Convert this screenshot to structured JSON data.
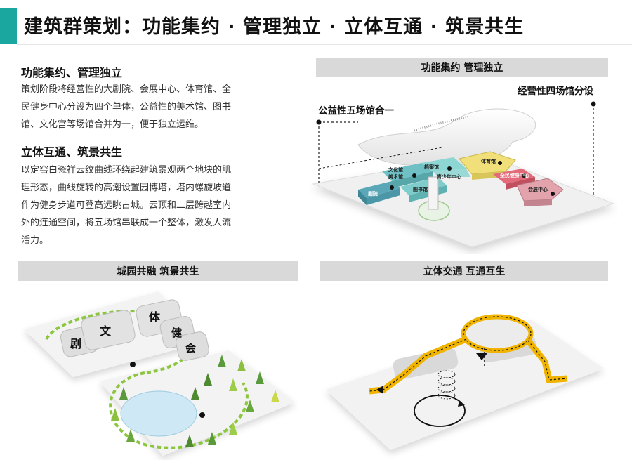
{
  "page": {
    "title": "建筑群策划：功能集约 · 管理独立 · 立体互通 · 筑景共生",
    "accent_color": "#1aa7a0"
  },
  "text": {
    "section1_heading": "功能集约、管理独立",
    "section1_lines": [
      "策划阶段将经营性的大剧院、会展中心、体育馆、全",
      "民健身中心分设为四个单体，公益性的美术馆、图书",
      "馆、文化宫等场馆合并为一，便于独立运维。"
    ],
    "section2_heading": "立体互通、筑景共生",
    "section2_lines": [
      "以定窑白瓷祥云纹曲线环绕起建筑景观两个地块的肌",
      "理形态，曲线旋转的高潮设置园博塔，塔内螺旋坡道",
      "作为健身步道可登高远眺古城。云顶和二层跨越室内",
      "外的连通空间，将五场馆串联成一个整体，激发人流",
      "活力。"
    ]
  },
  "panels": {
    "top_right": {
      "header": "功能集约 管理独立",
      "label_public": "公益性五场馆合一",
      "label_commercial": "经营性四场馆分设",
      "blocks": {
        "wenhuagong": "文化馆",
        "meishuguan": "美术馆",
        "danganguan": "档案馆",
        "qingshaonian": "青少年中心",
        "tushuguan": "图书馆",
        "juyuan": "剧院",
        "tiyuguan": "体育馆",
        "quanmin": "全民健身中心",
        "huizhan": "会展中心"
      }
    },
    "bottom_left": {
      "header": "城园共融 筑景共生",
      "chars": [
        "剧",
        "文",
        "体",
        "健",
        "会"
      ]
    },
    "bottom_right": {
      "header": "立体交通 互通互生"
    }
  }
}
